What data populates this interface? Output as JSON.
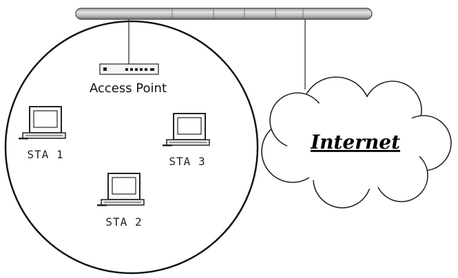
{
  "access_point": {
    "label": "Access Point"
  },
  "cloud": {
    "label": "Internet"
  },
  "stations": [
    {
      "label": "STA 1"
    },
    {
      "label": "STA 2"
    },
    {
      "label": "STA 3"
    }
  ]
}
